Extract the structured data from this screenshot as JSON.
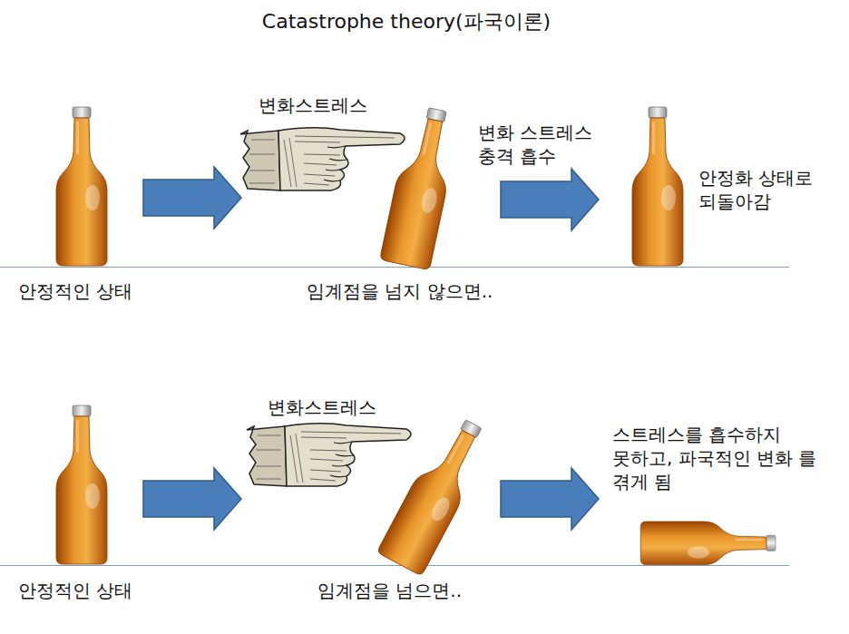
{
  "diagram": {
    "title": "Catastrophe theory(파국이론)",
    "labels": [
      "변화스트레스",
      "변화 스트레스 충격 흡수",
      "안정화 상태로 되돌아감",
      "안정적인 상태",
      "임계점을 넘지 않으면..",
      "변화스트레스",
      "스트레스를 흡수하지 못하고, 파국적인 변화 를 겪게 됨",
      "안정적인 상태",
      "임계점을 넘으면.."
    ]
  }
}
